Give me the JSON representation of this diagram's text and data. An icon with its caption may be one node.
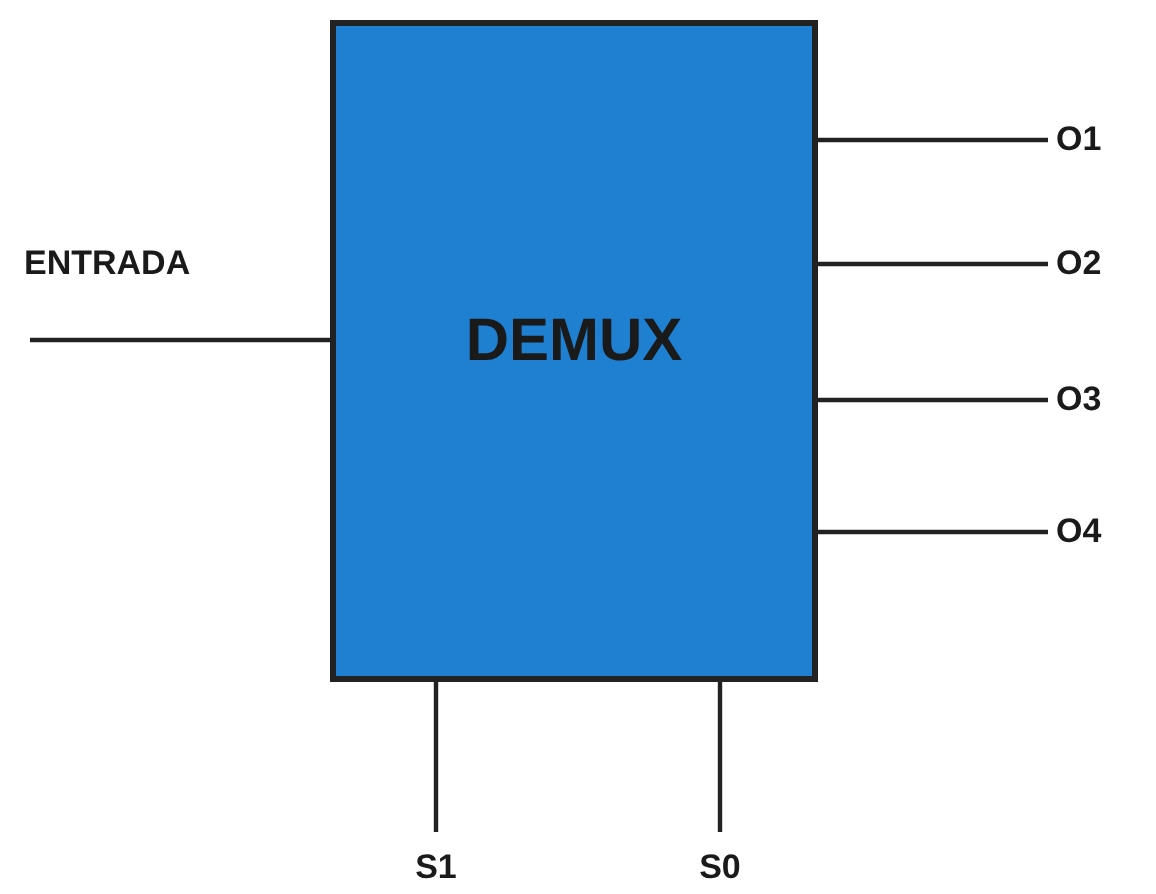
{
  "diagram": {
    "nodes": [
      {
        "text": [
          "DEMUX"
        ]
      },
      {
        "text": [
          "O1"
        ]
      },
      {
        "text": [
          "O2"
        ]
      },
      {
        "text": [
          "O3"
        ]
      },
      {
        "text": [
          "O4"
        ]
      },
      {
        "text": [
          "S1"
        ]
      },
      {
        "text": [
          "S0"
        ]
      }
    ],
    "edges": [
      {
        "from": null,
        "to": 0,
        "arrow": "none",
        "label": "ENTRADA"
      },
      {
        "from": 0,
        "to": 1,
        "arrow": "none"
      },
      {
        "from": 0,
        "to": 2,
        "arrow": "none"
      },
      {
        "from": 0,
        "to": 3,
        "arrow": "none"
      },
      {
        "from": 0,
        "to": 4,
        "arrow": "none"
      },
      {
        "from": 0,
        "to": 5,
        "arrow": "none"
      },
      {
        "from": 0,
        "to": 6,
        "arrow": "none"
      }
    ]
  }
}
